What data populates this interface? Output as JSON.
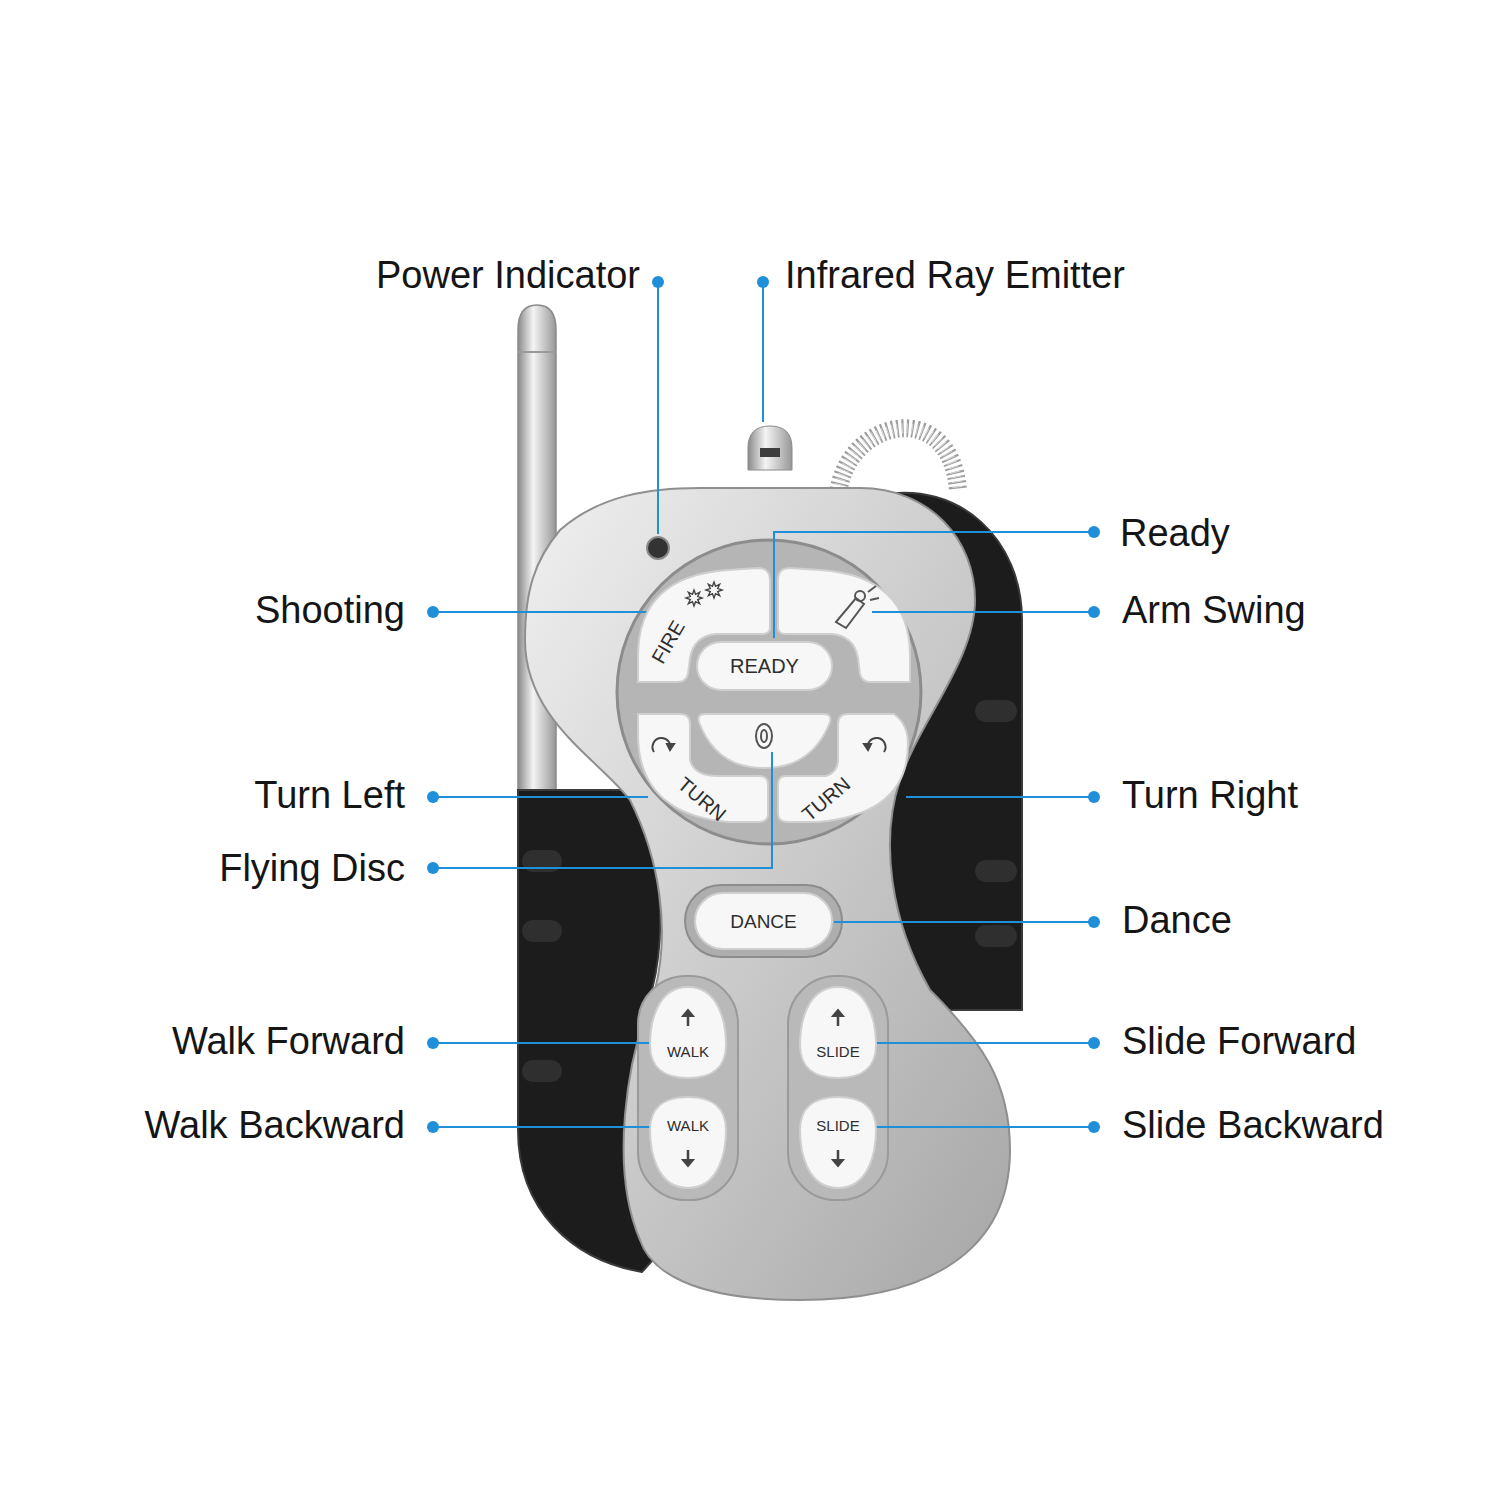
{
  "diagram": {
    "nodes": [
      {
        "text": [
          "FIRE"
        ]
      },
      {
        "text": [
          "READY"
        ]
      },
      {
        "text": [
          "TURN"
        ]
      },
      {
        "text": [
          "TURN"
        ]
      },
      {
        "text": [
          "DANCE"
        ]
      },
      {
        "text": [
          "WALK"
        ]
      },
      {
        "text": [
          "SLIDE"
        ]
      },
      {
        "text": [
          "WALK"
        ]
      },
      {
        "text": [
          "SLIDE"
        ]
      }
    ],
    "labels": [
      "Power Indicator",
      "Infrared Ray Emitter",
      "Ready",
      "Shooting",
      "Arm Swing",
      "Turn Left",
      "Turn Right",
      "Flying Disc",
      "Dance",
      "Walk Forward",
      "Slide Forward",
      "Walk Backward",
      "Slide Backward"
    ]
  }
}
